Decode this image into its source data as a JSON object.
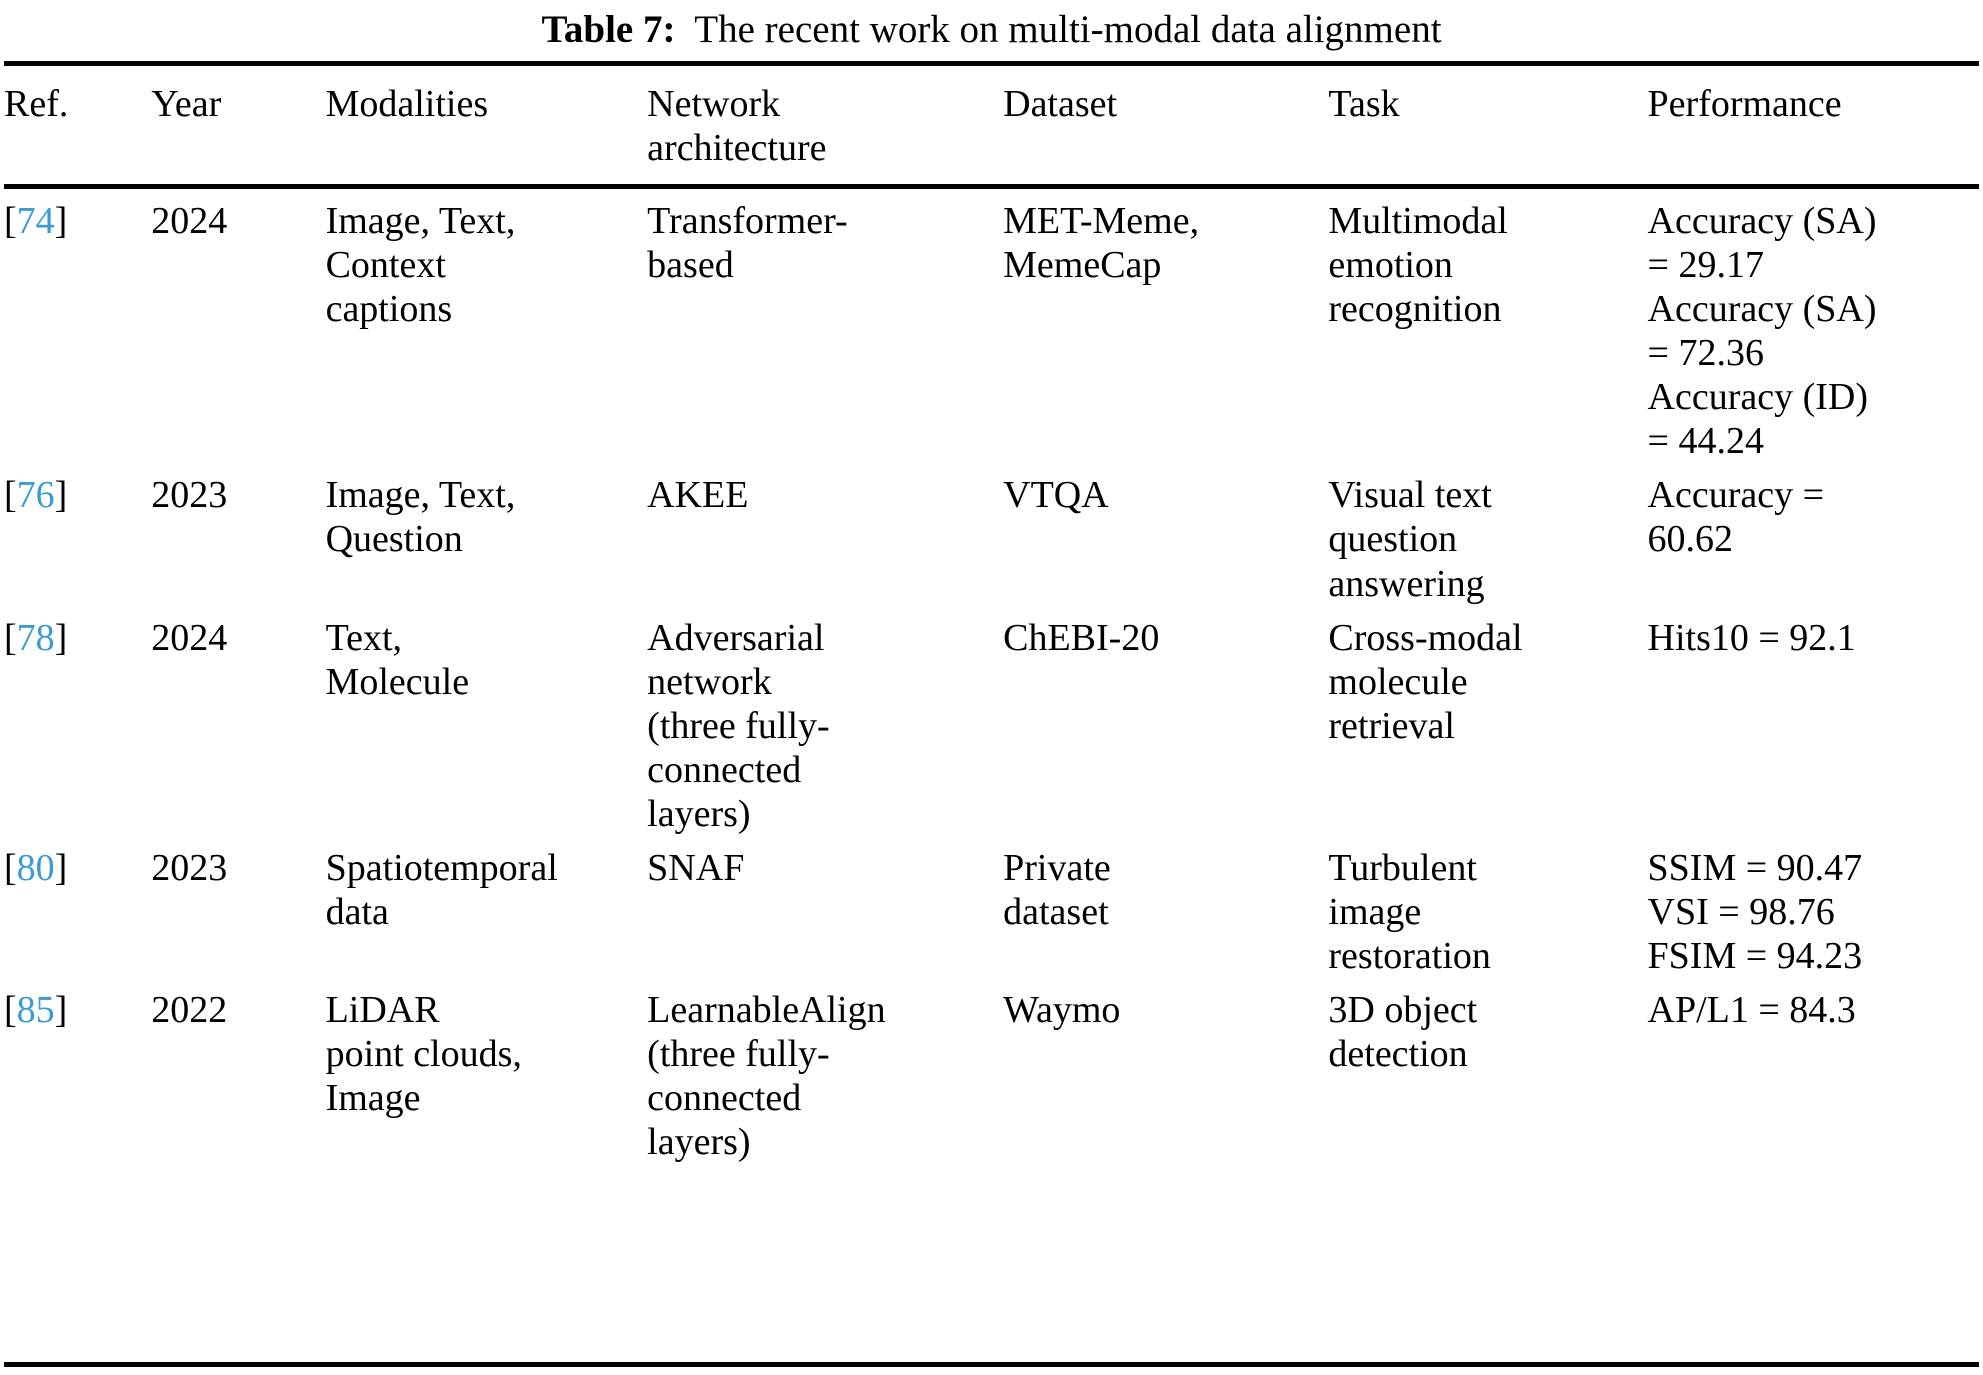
{
  "caption": {
    "label": "Table 7:",
    "text": "The recent work on multi-modal data alignment"
  },
  "accent_color_reference": "#3c9ad6",
  "text_color": "#000000",
  "background_color": "#ffffff",
  "table": {
    "columns": [
      {
        "key": "ref",
        "header": "Ref."
      },
      {
        "key": "year",
        "header": "Year"
      },
      {
        "key": "modalities",
        "header": "Modalities"
      },
      {
        "key": "network",
        "header": "Network\narchitecture"
      },
      {
        "key": "dataset",
        "header": "Dataset"
      },
      {
        "key": "task",
        "header": "Task"
      },
      {
        "key": "performance",
        "header": "Performance"
      }
    ],
    "rows": [
      {
        "ref_open": "[",
        "ref_num": "74",
        "ref_close": "]",
        "year": "2024",
        "modalities": "Image, Text,\nContext\ncaptions",
        "network": "Transformer-\nbased",
        "dataset": "MET-Meme,\nMemeCap",
        "task": "Multimodal\nemotion\nrecognition",
        "performance": "Accuracy (SA)\n= 29.17\nAccuracy (SA)\n= 72.36\nAccuracy (ID)\n= 44.24"
      },
      {
        "ref_open": "[",
        "ref_num": "76",
        "ref_close": "]",
        "year": "2023",
        "modalities": "Image, Text,\nQuestion",
        "network": "AKEE",
        "dataset": "VTQA",
        "task": "Visual text\nquestion\nanswering",
        "performance": "Accuracy =\n60.62"
      },
      {
        "ref_open": "[",
        "ref_num": "78",
        "ref_close": "]",
        "year": "2024",
        "modalities": "Text,\nMolecule",
        "network": "Adversarial\nnetwork\n(three fully-\nconnected\nlayers)",
        "dataset": "ChEBI-20",
        "task": "Cross-modal\nmolecule\nretrieval",
        "performance": "Hits10 = 92.1"
      },
      {
        "ref_open": "[",
        "ref_num": "80",
        "ref_close": "]",
        "year": "2023",
        "modalities": "Spatiotemporal\ndata",
        "network": "SNAF",
        "dataset": "Private\ndataset",
        "task": "Turbulent\nimage\nrestoration",
        "performance": "SSIM = 90.47\nVSI = 98.76\nFSIM = 94.23"
      },
      {
        "ref_open": "[",
        "ref_num": "85",
        "ref_close": "]",
        "year": "2022",
        "modalities": "LiDAR\npoint clouds,\nImage",
        "network": "LearnableAlign\n(three fully-\nconnected\nlayers)",
        "dataset": "Waymo",
        "task": "3D object\ndetection",
        "performance": "AP/L1 = 84.3"
      }
    ]
  }
}
